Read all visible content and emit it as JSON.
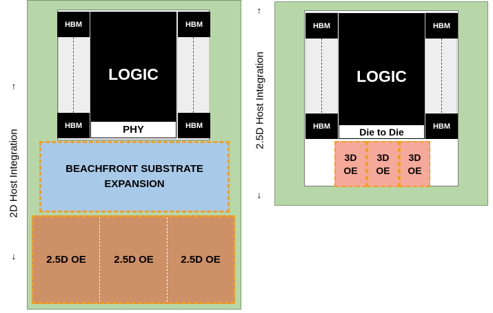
{
  "left_diagram": {
    "hbm_labels": [
      "HBM",
      "HBM",
      "HBM",
      "HBM"
    ],
    "logic_label": "LOGIC",
    "phy_label": "PHY",
    "beachfront_label": "BEACHFRONT SUBSTRATE EXPANSION",
    "oe_labels": [
      "2.5D OE",
      "2.5D OE",
      "2.5D OE"
    ],
    "integration_label": "2D Host Integration"
  },
  "right_diagram": {
    "hbm_labels": [
      "HBM",
      "HBM",
      "HBM",
      "HBM"
    ],
    "logic_label": "LOGIC",
    "die_to_die_label": "Die to Die",
    "oe_labels": [
      "3D OE",
      "3D OE",
      "3D OE"
    ],
    "integration_label": "2.5D Host Integration"
  },
  "colors": {
    "substrate": "#b7d7a8",
    "beachfront": "#a9c9e9",
    "oe_2_5d": "#cd9067",
    "oe_3d": "#f4a99a",
    "dashed_outline": "#f0a020"
  }
}
